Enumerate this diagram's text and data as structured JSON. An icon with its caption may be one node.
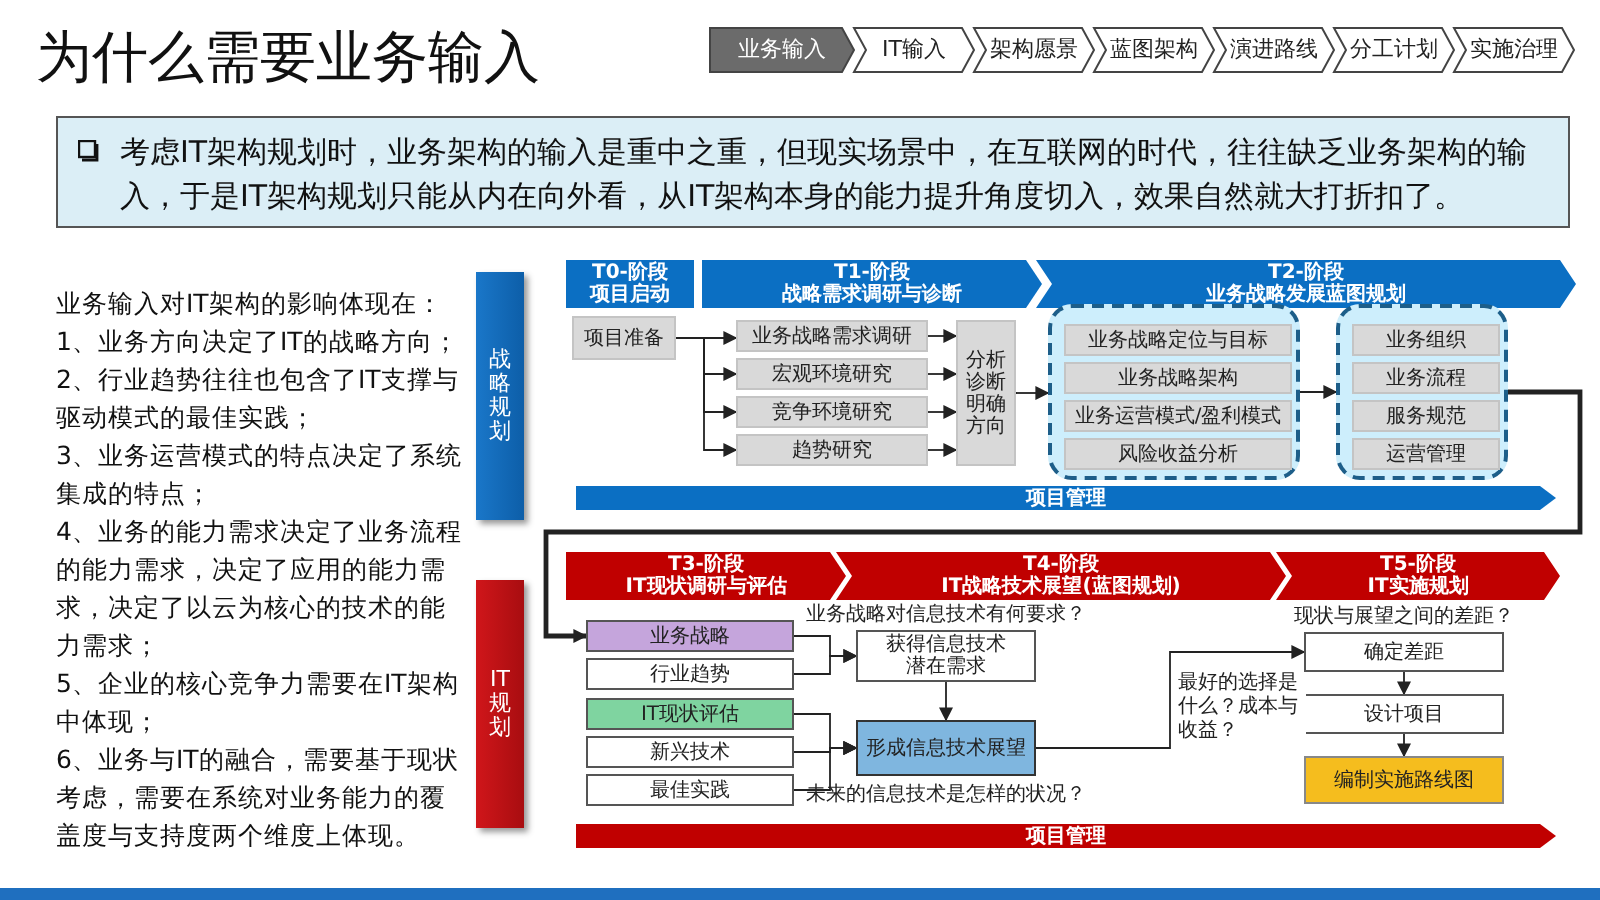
{
  "diagram": {
    "title": "为什么需要业务输入",
    "nodes": [
      {
        "text": [
          "业务输入"
        ]
      },
      {
        "text": [
          "IT输入"
        ]
      },
      {
        "text": [
          "架构愿景"
        ]
      },
      {
        "text": [
          "蓝图架构"
        ]
      },
      {
        "text": [
          "演进路线"
        ]
      },
      {
        "text": [
          "分工计划"
        ]
      },
      {
        "text": [
          "实施治理"
        ]
      },
      {
        "text": [
          "考虑IT架构规划时，业务架构的输入是重中之重，但现实场景中，在互联网的时代，往往缺乏业务架构的输入，于是IT架构规划只能从内在向外看，从IT架构本身的能力提升角度切入，效果自然就大打折扣了。"
        ]
      },
      {
        "text": [
          "战略规划"
        ]
      },
      {
        "text": [
          "T0-阶段",
          "项目启动"
        ]
      },
      {
        "text": [
          "T1-阶段",
          "战略需求调研与诊断"
        ]
      },
      {
        "text": [
          "T2-阶段",
          "业务战略发展蓝图规划"
        ]
      },
      {
        "text": [
          "项目准备"
        ]
      },
      {
        "text": [
          "业务战略需求调研"
        ]
      },
      {
        "text": [
          "宏观环境研究"
        ]
      },
      {
        "text": [
          "竞争环境研究"
        ]
      },
      {
        "text": [
          "趋势研究"
        ]
      },
      {
        "text": [
          "分析诊断明确方向"
        ]
      },
      {
        "text": [],
        "shape": "box"
      },
      {
        "text": [
          "业务战略定位与目标"
        ],
        "in": 18
      },
      {
        "text": [
          "业务战略架构"
        ],
        "in": 18
      },
      {
        "text": [
          "业务运营模式/盈利模式"
        ],
        "in": 18
      },
      {
        "text": [
          "风险收益分析"
        ],
        "in": 18
      },
      {
        "text": [],
        "shape": "box"
      },
      {
        "text": [
          "业务组织"
        ],
        "in": 23
      },
      {
        "text": [
          "业务流程"
        ],
        "in": 23
      },
      {
        "text": [
          "服务规范"
        ],
        "in": 23
      },
      {
        "text": [
          "运营管理"
        ],
        "in": 23
      },
      {
        "text": [
          "项目管理"
        ]
      },
      {
        "text": [
          "IT规划"
        ]
      },
      {
        "text": [
          "T3-阶段",
          "IT现状调研与评估"
        ]
      },
      {
        "text": [
          "T4-阶段",
          "IT战略技术展望(蓝图规划)"
        ]
      },
      {
        "text": [
          "T5-阶段",
          "IT实施规划"
        ]
      },
      {
        "text": [
          "业务战略"
        ]
      },
      {
        "text": [
          "行业趋势"
        ]
      },
      {
        "text": [
          "IT现状评估"
        ]
      },
      {
        "text": [
          "新兴技术"
        ]
      },
      {
        "text": [
          "最佳实践"
        ]
      },
      {
        "text": [
          "获得信息技术潜在需求"
        ],
        "beside": [
          "业务战略对信息技术有何要求？"
        ]
      },
      {
        "text": [
          "形成信息技术展望"
        ],
        "beside": [
          "未来的信息技术是怎样的状况？"
        ]
      },
      {
        "text": [
          "确定差距"
        ],
        "beside": [
          "现状与展望之间的差距？"
        ]
      },
      {
        "text": [
          "设计项目"
        ]
      },
      {
        "text": [
          "编制实施路线图"
        ]
      },
      {
        "text": [
          "项目管理"
        ]
      }
    ],
    "edges": [
      {
        "from": 12,
        "to": 13,
        "arrow": "to"
      },
      {
        "from": 12,
        "to": 14,
        "arrow": "to"
      },
      {
        "from": 12,
        "to": 15,
        "arrow": "to"
      },
      {
        "from": 12,
        "to": 16,
        "arrow": "to"
      },
      {
        "from": 13,
        "to": 17,
        "arrow": "to"
      },
      {
        "from": 14,
        "to": 17,
        "arrow": "to"
      },
      {
        "from": 15,
        "to": 17,
        "arrow": "to"
      },
      {
        "from": 16,
        "to": 17,
        "arrow": "to"
      },
      {
        "from": 17,
        "to": 18,
        "arrow": "to"
      },
      {
        "from": 18,
        "to": 23,
        "arrow": "to"
      },
      {
        "from": 23,
        "to": 33,
        "arrow": "to",
        "style": "thick"
      },
      {
        "from": 33,
        "to": 38,
        "arrow": "to"
      },
      {
        "from": 34,
        "to": 38,
        "arrow": "to"
      },
      {
        "from": 35,
        "to": 39,
        "arrow": "to"
      },
      {
        "from": 36,
        "to": 39,
        "arrow": "to"
      },
      {
        "from": 37,
        "to": 39,
        "arrow": "to"
      },
      {
        "from": 38,
        "to": 39,
        "arrow": "to"
      },
      {
        "from": 39,
        "to": 40,
        "arrow": "to",
        "label": "最好的选择是什么？成本与收益？"
      },
      {
        "from": 40,
        "to": 41,
        "arrow": "to"
      },
      {
        "from": 41,
        "to": 42,
        "arrow": "to"
      }
    ],
    "labels": [
      "业务输入对IT架构的影响体现在：",
      "1、业务方向决定了IT的战略方向；",
      "2、行业趋势往往也包含了IT支撑与驱动模式的最佳实践；",
      "3、业务运营模式的特点决定了系统集成的特点；",
      "4、业务的能力需求决定了业务流程的能力需求，决定了应用的能力需求，决定了以云为核心的技术的能力需求；",
      "5、企业的核心竞争力需要在IT架构中体现；",
      "6、业务与IT的融合，需要基于现状考虑，需要在系统对业务能力的覆盖度与支持度两个维度上体现。"
    ]
  }
}
